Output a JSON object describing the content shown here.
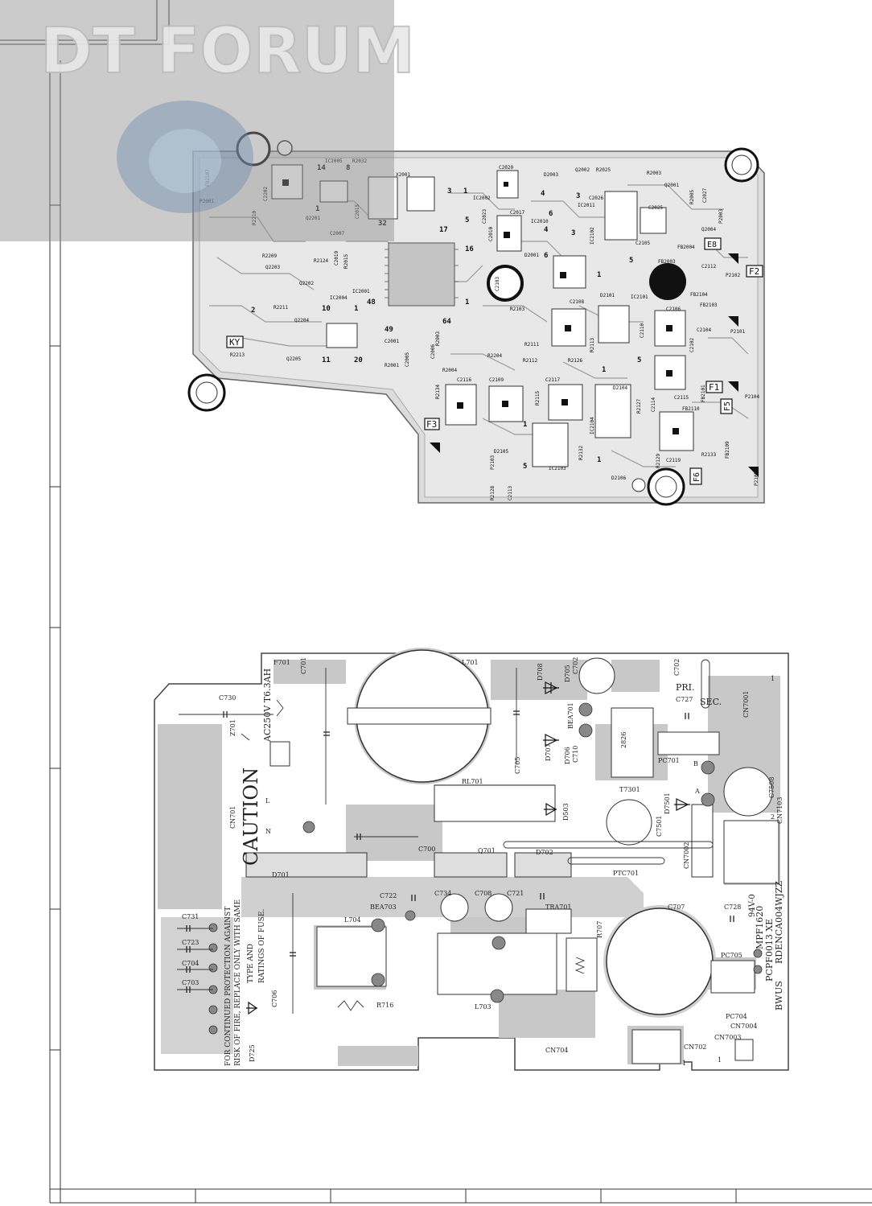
{
  "watermark": {
    "logo_text": "DT FORUM"
  },
  "top_board": {
    "connector_labels": [
      "KY",
      "F1",
      "F2",
      "F3",
      "F5",
      "F6",
      "E8"
    ],
    "ref_labels": [
      "IC2005",
      "R2032",
      "X2001",
      "IC2002",
      "C2020",
      "Q2002",
      "R2025",
      "R2003",
      "D2003",
      "Q2001",
      "C2027",
      "C2026",
      "C2025",
      "Q2004",
      "IC2011",
      "IC2010",
      "C2017",
      "C2023",
      "C2010",
      "C2015",
      "C2007",
      "C2202",
      "FB2107",
      "P2001",
      "R2210",
      "Q2201",
      "R2209",
      "Q2203",
      "R2124",
      "C2019",
      "R2015",
      "Q2202",
      "IC2004",
      "IC2001",
      "R2211",
      "Q2204",
      "R2213",
      "Q2205",
      "C2001",
      "R2001",
      "C2005",
      "C2006",
      "R2004",
      "R2003",
      "C2103",
      "R2103",
      "C2108",
      "D2101",
      "IC2101",
      "FB2003",
      "FB2004",
      "FB2104",
      "FB2103",
      "P2102",
      "C2112",
      "C2106",
      "C2104",
      "P2101",
      "R2111",
      "R2112",
      "R2126",
      "R2204",
      "R2113",
      "C2110",
      "C2102",
      "D2104",
      "C2116",
      "C2109",
      "C2117",
      "R2134",
      "R2115",
      "R2127",
      "C2115",
      "FB2101",
      "FB2110",
      "P2104",
      "D2105",
      "P2103",
      "R2128",
      "C2113",
      "IC2103",
      "IC2104",
      "R2132",
      "D2106",
      "R2129",
      "C2119",
      "R2133",
      "FB2109",
      "P2105",
      "D2001",
      "C2105",
      "P2003",
      "R2005",
      "C2114",
      "IC2102"
    ],
    "pin_labels": [
      "14",
      "8",
      "1",
      "32",
      "17",
      "5",
      "3",
      "1",
      "4",
      "6",
      "4",
      "3",
      "16",
      "10",
      "48",
      "1",
      "49",
      "64",
      "1",
      "11",
      "20",
      "6",
      "5",
      "1",
      "5",
      "1",
      "5",
      "1",
      "1",
      "3",
      "2"
    ]
  },
  "bottom_board": {
    "caution_text": "CAUTION",
    "fuse_rating": "AC250V T6.3AH",
    "warning_lines": [
      "FOR CONTINUED PROTECTION AGAINST",
      "RISK OF FIRE, REPLACE ONLY WITH SAME",
      "TYPE AND",
      "RATINGS OF FUSE."
    ],
    "pri_label": "PRI.",
    "sec_label": "SEC.",
    "board_codes": [
      "94V-0",
      "MPF1620",
      "PCPF0013 XE",
      "RDENCA004WJZZ",
      "US",
      "BW"
    ],
    "ref_labels": [
      "C730",
      "Z701",
      "F701",
      "C701",
      "L701",
      "D708",
      "D705",
      "C702",
      "C702",
      "C727",
      "CN7001",
      "BEA701",
      "2826",
      "D707",
      "D706",
      "C710",
      "PC701",
      "B",
      "A",
      "T7301",
      "C7508",
      "CN7103",
      "C705",
      "RL701",
      "D503",
      "D7501",
      "C7501",
      "CN7002",
      "CN701",
      "L",
      "N",
      "C700",
      "Q701",
      "D702",
      "PTC701",
      "D701",
      "C722",
      "C734",
      "C708",
      "C721",
      "TRA701",
      "C707",
      "C728",
      "BEA703",
      "L704",
      "R707",
      "PC705",
      "C731",
      "C723",
      "C704",
      "C703",
      "C706",
      "R716",
      "L703",
      "PC704",
      "CN7004",
      "CN7003",
      "D725",
      "CN704",
      "CN702",
      "1",
      "2",
      "1",
      "1"
    ]
  },
  "frame": {
    "ruler_cells": 7
  }
}
